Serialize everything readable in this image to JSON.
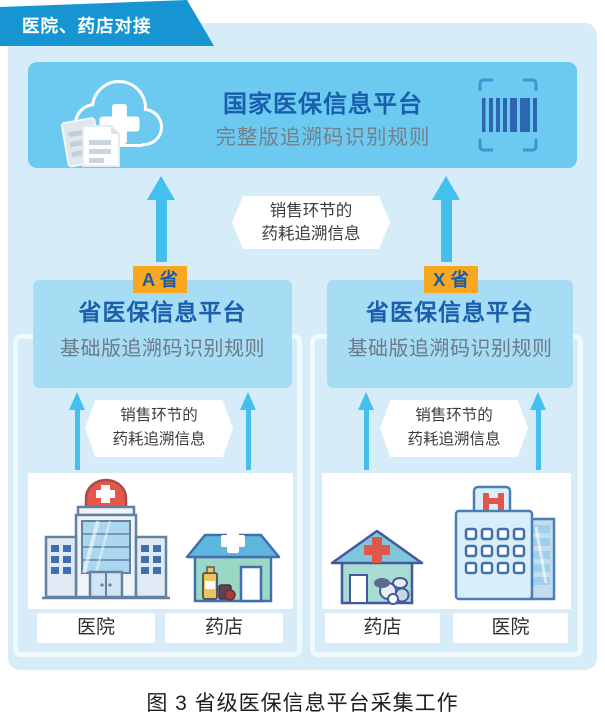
{
  "ribbon": {
    "label": "医院、药店对接"
  },
  "national_platform": {
    "title": "国家医保信息平台",
    "subtitle": "完整版追溯码识别规则",
    "left_icon": "cloud-medical-documents-icon",
    "right_icon": "barcode-icon"
  },
  "flow_label_top": {
    "line1": "销售环节的",
    "line2": "药耗追溯信息"
  },
  "provinces": [
    {
      "tag": "A 省",
      "platform_title": "省医保信息平台",
      "platform_subtitle": "基础版追溯码识别规则",
      "flow_label": {
        "line1": "销售环节的",
        "line2": "药耗追溯信息"
      },
      "facilities": [
        {
          "type": "hospital",
          "label": "医院"
        },
        {
          "type": "pharmacy",
          "label": "药店"
        }
      ]
    },
    {
      "tag": "X 省",
      "platform_title": "省医保信息平台",
      "platform_subtitle": "基础版追溯码识别规则",
      "flow_label": {
        "line1": "销售环节的",
        "line2": "药耗追溯信息"
      },
      "facilities": [
        {
          "type": "pharmacy",
          "label": "药店"
        },
        {
          "type": "hospital",
          "label": "医院"
        }
      ]
    }
  ],
  "caption": "图 3 省级医保信息平台采集工作",
  "colors": {
    "ribbon_bg": "#1795d3",
    "container_bg": "#d6ecf8",
    "banner_bg": "#6ccaf1",
    "province_box_bg": "#a6dcf4",
    "tag_bg": "#f8a81f",
    "arrow": "#44c0ee",
    "title_blue": "#1a5fae",
    "subtitle_gray": "#73808c",
    "barcode_blue": "#2d67b2",
    "red_accent": "#e2574c"
  }
}
